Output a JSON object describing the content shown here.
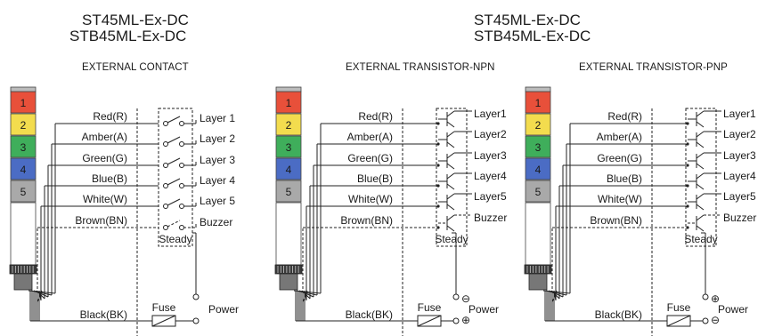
{
  "models_left": [
    "ST45ML-Ex-DC",
    "STB45ML-Ex-DC"
  ],
  "models_right": [
    "ST45ML-Ex-DC",
    "STB45ML-Ex-DC"
  ],
  "panels": [
    {
      "title": "EXTERNAL CONTACT",
      "wires": [
        "Red(R)",
        "Amber(A)",
        "Green(G)",
        "Blue(B)",
        "White(W)",
        "Brown(BN)"
      ],
      "layers": [
        "Layer 1",
        "Layer 2",
        "Layer 3",
        "Layer 4",
        "Layer 5",
        "Buzzer"
      ],
      "steady": "Steady",
      "common": "Black(BK)",
      "fuse": "Fuse",
      "power": "Power",
      "polarity": [
        "",
        ""
      ]
    },
    {
      "title": "EXTERNAL TRANSISTOR-NPN",
      "wires": [
        "Red(R)",
        "Amber(A)",
        "Green(G)",
        "Blue(B)",
        "White(W)",
        "Brown(BN)"
      ],
      "layers": [
        "Layer1",
        "Layer2",
        "Layer3",
        "Layer4",
        "Layer5",
        "Buzzer"
      ],
      "steady": "Steady",
      "common": "Black(BK)",
      "fuse": "Fuse",
      "power": "Power",
      "polarity": [
        "⊖",
        "⊕"
      ]
    },
    {
      "title": "EXTERNAL TRANSISTOR-PNP",
      "wires": [
        "Red(R)",
        "Amber(A)",
        "Green(G)",
        "Blue(B)",
        "White(W)",
        "Brown(BN)"
      ],
      "layers": [
        "Layer1",
        "Layer2",
        "Layer3",
        "Layer4",
        "Layer5",
        "Buzzer"
      ],
      "steady": "Steady",
      "common": "Black(BK)",
      "fuse": "Fuse",
      "power": "Power",
      "polarity": [
        "⊕",
        "⊖"
      ]
    }
  ],
  "tower_tiers": [
    {
      "label": "1",
      "color": "#e8503a"
    },
    {
      "label": "2",
      "color": "#f3dc4e"
    },
    {
      "label": "3",
      "color": "#3fae5b"
    },
    {
      "label": "4",
      "color": "#4b6cc4"
    },
    {
      "label": "5",
      "color": "#a9a9a9"
    }
  ]
}
